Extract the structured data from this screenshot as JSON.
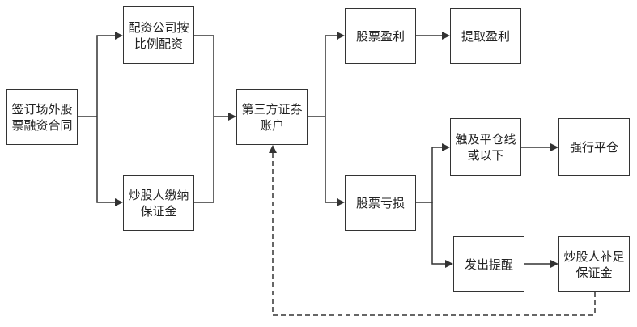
{
  "nodes": {
    "n1": "签订场外股票融资合同",
    "n2": "配资公司按比例配资",
    "n3": "炒股人缴纳保证金",
    "n4": "第三方证券账户",
    "n5": "股票盈利",
    "n6": "提取盈利",
    "n7": "股票亏损",
    "n8": "触及平仓线或以下",
    "n9": "强行平仓",
    "n10": "发出提醒",
    "n11": "炒股人补足保证金"
  },
  "edges": [
    {
      "from": "n1",
      "to": "n2",
      "style": "solid"
    },
    {
      "from": "n1",
      "to": "n3",
      "style": "solid"
    },
    {
      "from": "n2",
      "to": "n4",
      "style": "solid"
    },
    {
      "from": "n3",
      "to": "n4",
      "style": "solid"
    },
    {
      "from": "n4",
      "to": "n5",
      "style": "solid"
    },
    {
      "from": "n4",
      "to": "n7",
      "style": "solid"
    },
    {
      "from": "n5",
      "to": "n6",
      "style": "solid"
    },
    {
      "from": "n7",
      "to": "n8",
      "style": "solid"
    },
    {
      "from": "n7",
      "to": "n10",
      "style": "solid"
    },
    {
      "from": "n8",
      "to": "n9",
      "style": "solid"
    },
    {
      "from": "n10",
      "to": "n11",
      "style": "solid"
    },
    {
      "from": "n11",
      "to": "n4",
      "style": "dashed"
    }
  ],
  "colors": {
    "line": "#333333",
    "node_border": "#333333",
    "background": "#ffffff",
    "text": "#222222"
  }
}
